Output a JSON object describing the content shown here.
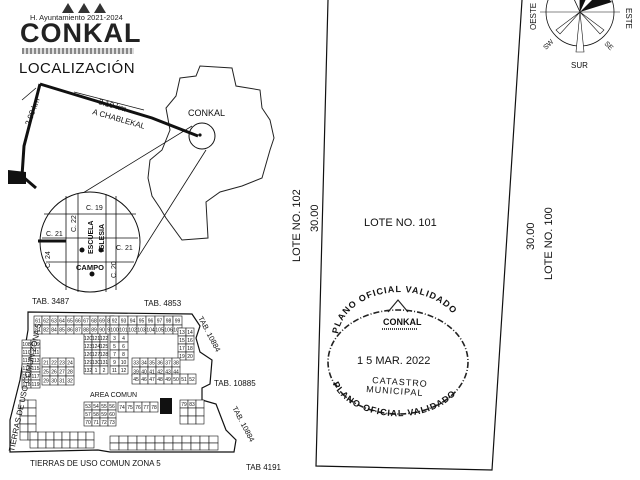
{
  "header": {
    "municipality_line": "H. Ayuntamiento 2021-2024",
    "logo_word": "CONKAL",
    "section_title": "LOCALIZACIÓN"
  },
  "location_map": {
    "town_label": "CONKAL",
    "road_label": "A CHABLEKAL",
    "distance_1": "3.10 km",
    "distance_2": "2.00 km",
    "inset_streets": [
      "C. 19",
      "C. 22",
      "C. 21",
      "C. 21",
      "C. 24",
      "C. 20"
    ],
    "inset_places": [
      "ESCUELA",
      "IGLESIA",
      "CAMPO"
    ]
  },
  "parcel_plan": {
    "tab_labels": [
      "TAB. 3487",
      "TAB. 4853",
      "TAB. 10884",
      "TAB. 10885",
      "TAB. 10884",
      "TAB 4191"
    ],
    "zone_left": "TIERRAS DE USO COMUN ZONA 5",
    "zone_bottom": "TIERRAS DE USO COMUN ZONA 5",
    "area_label": "AREA COMUN",
    "lot_numbers": [
      "61",
      "62",
      "63",
      "64",
      "65",
      "66",
      "67",
      "68",
      "69",
      "80",
      "81",
      "82",
      "84",
      "85",
      "86",
      "87",
      "88",
      "89",
      "90",
      "91",
      "92",
      "93",
      "94",
      "95",
      "96",
      "97",
      "98",
      "99",
      "100",
      "101",
      "102",
      "103",
      "104",
      "105",
      "106",
      "107",
      "108",
      "109",
      "110",
      "111",
      "112",
      "113",
      "114",
      "115",
      "116",
      "117",
      "118",
      "119",
      "120",
      "121",
      "122",
      "123",
      "124",
      "125",
      "126",
      "127",
      "128",
      "129",
      "130",
      "131",
      "132",
      "1",
      "2",
      "3",
      "4",
      "5",
      "6",
      "7",
      "8",
      "9",
      "10",
      "11",
      "12",
      "13",
      "14",
      "15",
      "16",
      "17",
      "18",
      "19",
      "20",
      "21",
      "22",
      "23",
      "24",
      "25",
      "26",
      "27",
      "28",
      "29",
      "30",
      "31",
      "32",
      "33",
      "34",
      "35",
      "36",
      "37",
      "38",
      "39",
      "40",
      "41",
      "42",
      "43",
      "44",
      "45",
      "46",
      "47",
      "48",
      "49",
      "50",
      "51",
      "52",
      "53",
      "54",
      "55",
      "56",
      "57",
      "58",
      "59",
      "60",
      "70",
      "71",
      "72",
      "73",
      "74",
      "75",
      "76",
      "77",
      "78",
      "79",
      "83"
    ]
  },
  "main_plan": {
    "lot_center": "LOTE NO. 101",
    "lot_left": "LOTE NO. 102",
    "lot_right": "LOTE NO. 100",
    "dim_left": "30.00",
    "dim_right": "30.00"
  },
  "stamp": {
    "top_text": "PLANO OFICIAL VALIDADO",
    "logo_word": "CONKAL",
    "date": "1 5 MAR. 2022",
    "line1": "CATASTRO",
    "line2": "MUNICIPAL",
    "bottom_text": "PLANO OFICIAL VALIDADO"
  },
  "compass": {
    "west": "OESTE",
    "south": "SUR",
    "east": "ESTE",
    "sw": "SW",
    "se": "SE"
  }
}
